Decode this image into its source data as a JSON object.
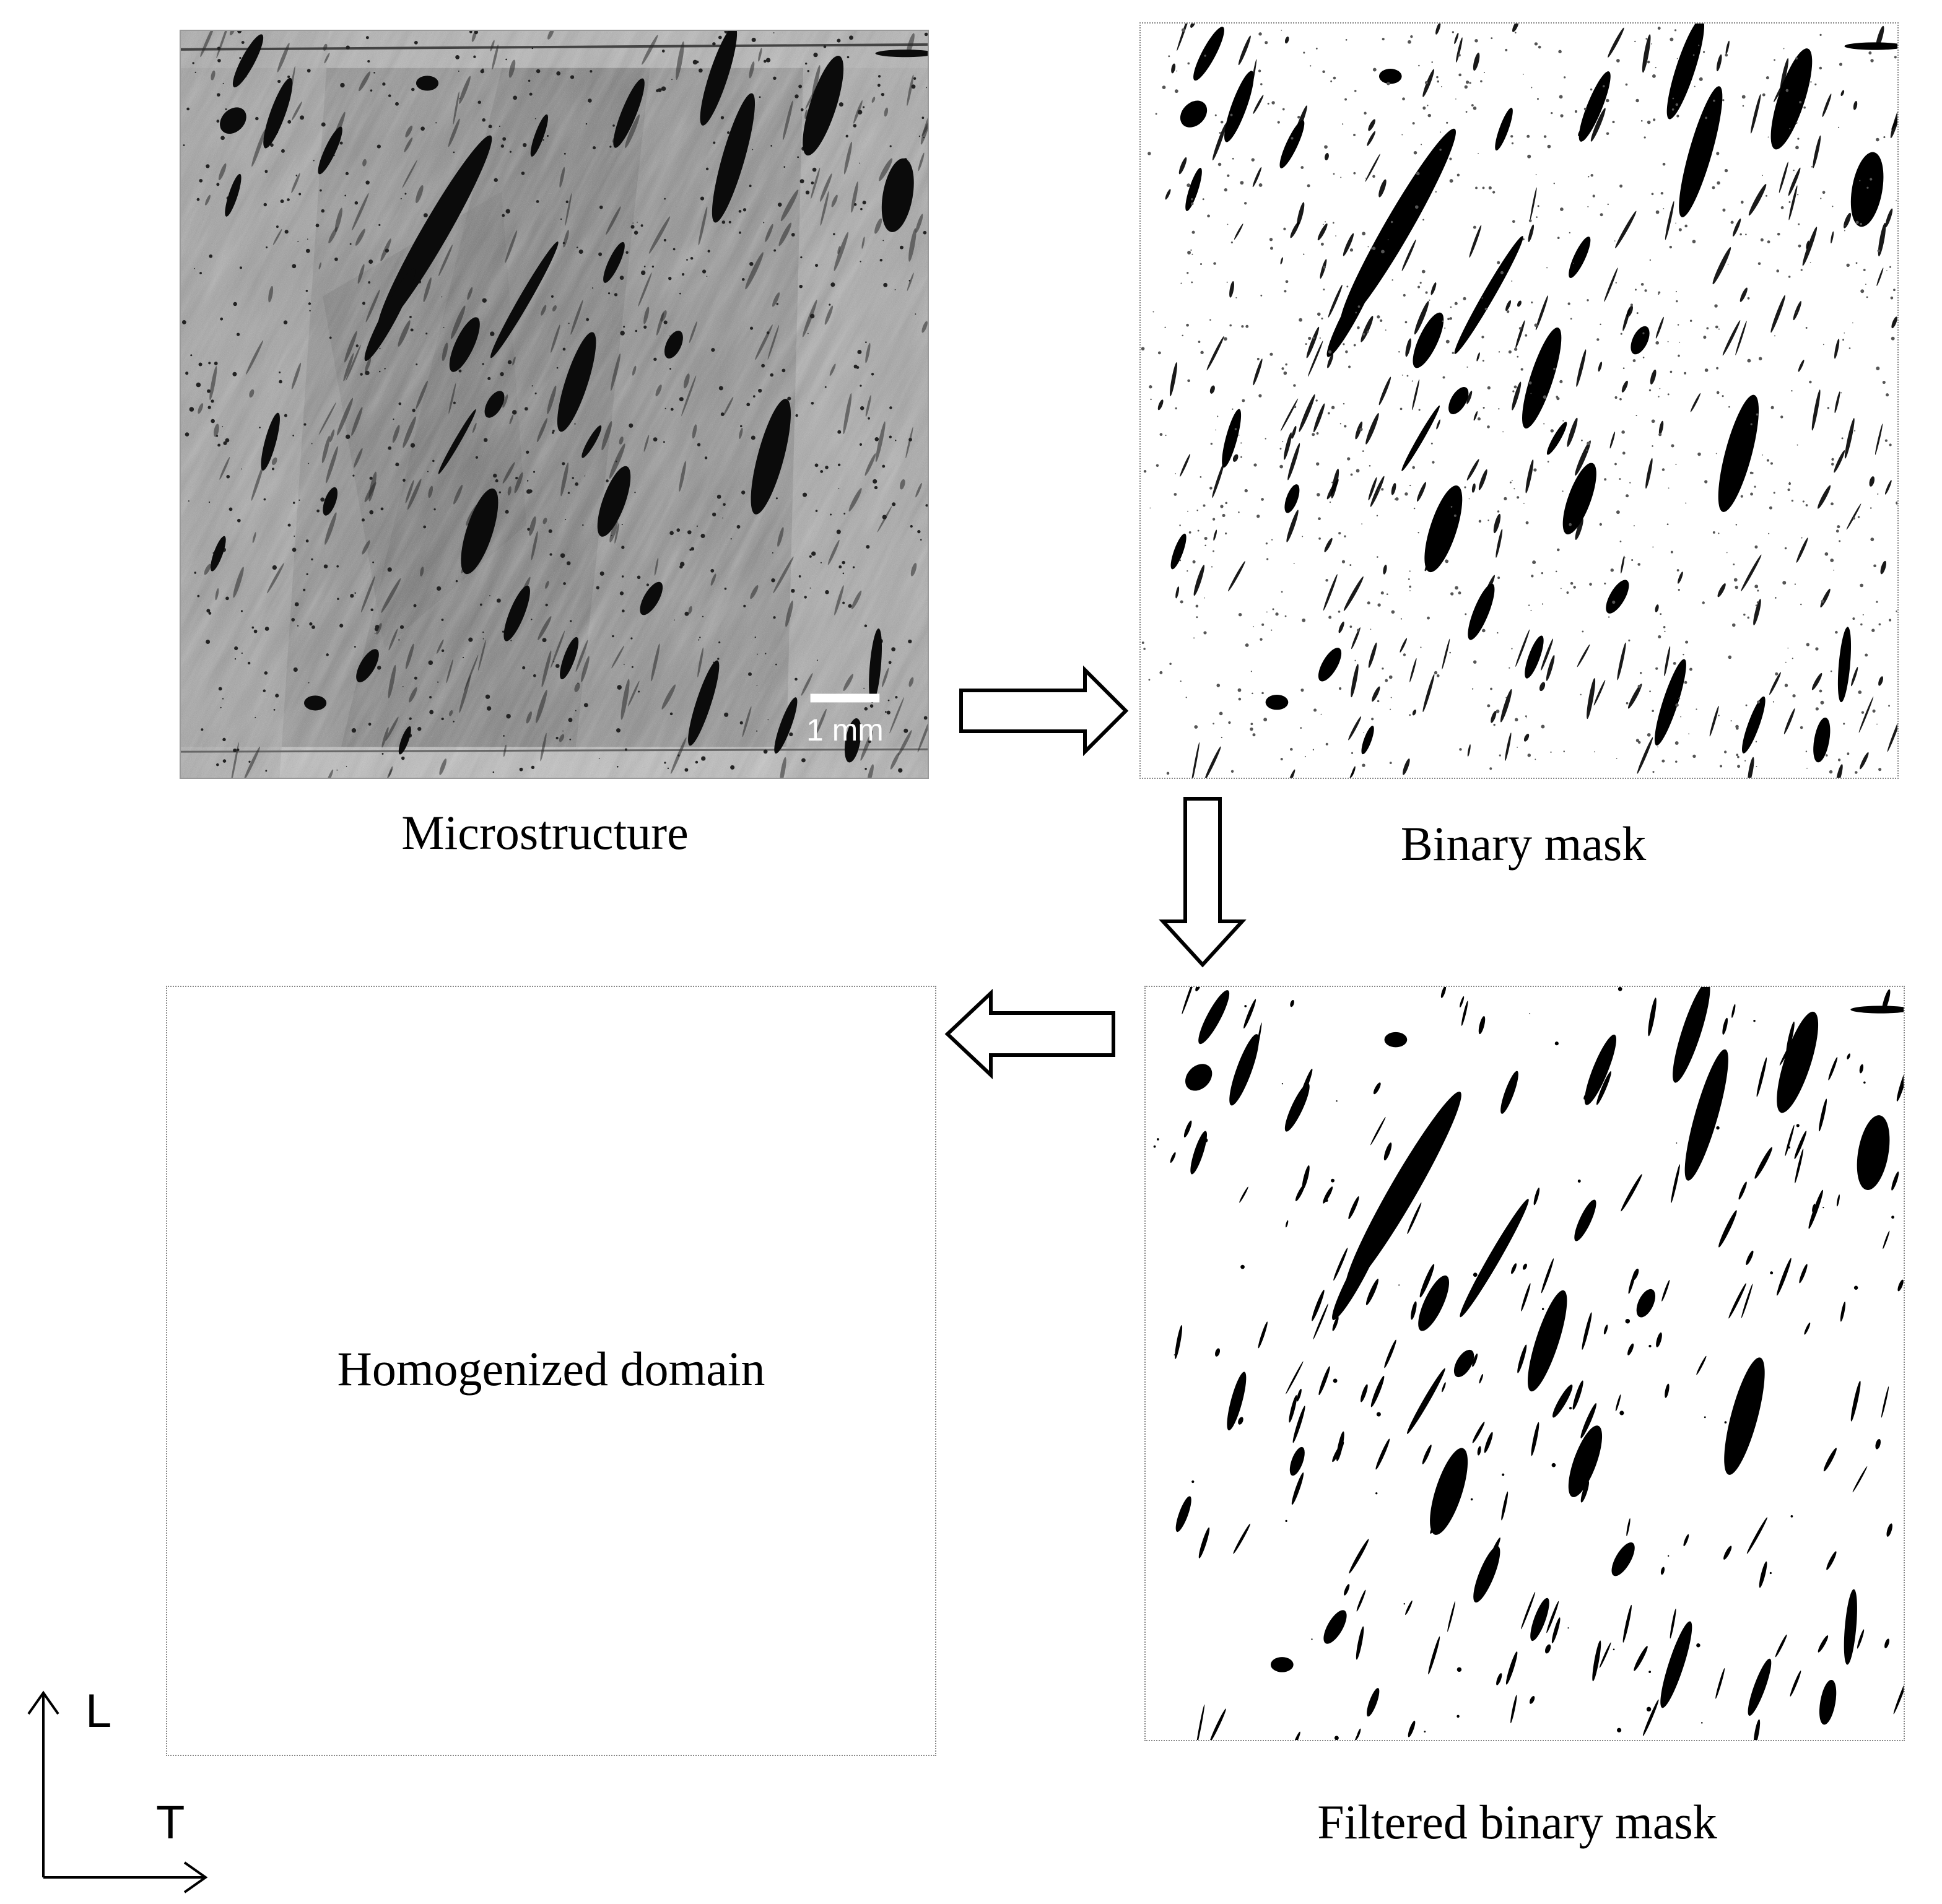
{
  "panels": {
    "microstructure": {
      "caption": "Microstructure",
      "scale_bar_label": "1 mm"
    },
    "binary_mask": {
      "caption": "Binary mask"
    },
    "filtered_binary_mask": {
      "caption": "Filtered binary mask"
    },
    "homogenized_domain": {
      "caption": "Homogenized domain"
    }
  },
  "axes": {
    "vertical": "L",
    "horizontal": "T"
  },
  "colors": {
    "micro_background": "#8a8a8a",
    "micro_light": "#b6b6b6",
    "micro_dark": "#656565",
    "pore": "#000000",
    "mask_background": "#ffffff",
    "panel_border": "#888888",
    "arrow_stroke": "#000000"
  }
}
